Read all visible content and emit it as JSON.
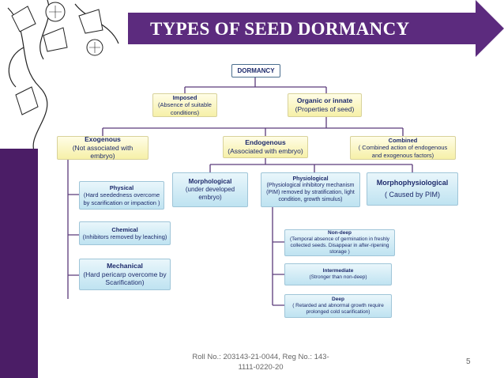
{
  "title": "TYPES OF SEED DORMANCY",
  "root": {
    "label": "DORMANCY"
  },
  "imposed": {
    "title": "Imposed",
    "desc": "(Absence of suitable conditions)"
  },
  "organic": {
    "title": "Organic or innate",
    "desc": "(Properties of seed)"
  },
  "exogenous": {
    "title": "Exogenous",
    "desc": "(Not associated with embryo)"
  },
  "endogenous": {
    "title": "Endogenous",
    "desc": "(Associated with embryo)"
  },
  "combined": {
    "title": "Combined",
    "desc": "( Combined action of endogenous and exogenous factors)"
  },
  "physical": {
    "title": "Physical",
    "desc": "(Hard seededness overcome by scarification or impaction )"
  },
  "chemical": {
    "title": "Chemical",
    "desc": "(Inhibitors removed by leaching)"
  },
  "mechanical": {
    "title": "Mechanical",
    "desc": "(Hard pericarp overcome by Scarification)"
  },
  "morphological": {
    "title": "Morphological",
    "desc": "(under developed embryo)"
  },
  "physiological": {
    "title": "Physiological",
    "desc": "(Physiological inhibitory mechanism (PIM) removed by stratification, light condition, growth simulus)"
  },
  "morphophysiological": {
    "title": "Morphophysiological",
    "desc": "( Caused by PIM)"
  },
  "nondeep": {
    "title": "Non-deep",
    "desc": "(Temporal absence of germination in freshly collected seeds. Disappear in after-ripening storage )"
  },
  "intermediate": {
    "title": "Intermediate",
    "desc": "(Stronger than non-deep)"
  },
  "deep": {
    "title": "Deep",
    "desc": "( Retarded and abnormal growth require prolonged cold scarification)"
  },
  "footer": {
    "line1": "Roll No.: 203143-21-0044, Reg No.: 143-",
    "line2": "1111-0220-20"
  },
  "page_number": "5",
  "colors": {
    "banner": "#5c2b7e",
    "line": "#5b3a7a",
    "text": "#1d2a6b"
  },
  "icons": [
    "morning-glory-vine-decoration"
  ]
}
